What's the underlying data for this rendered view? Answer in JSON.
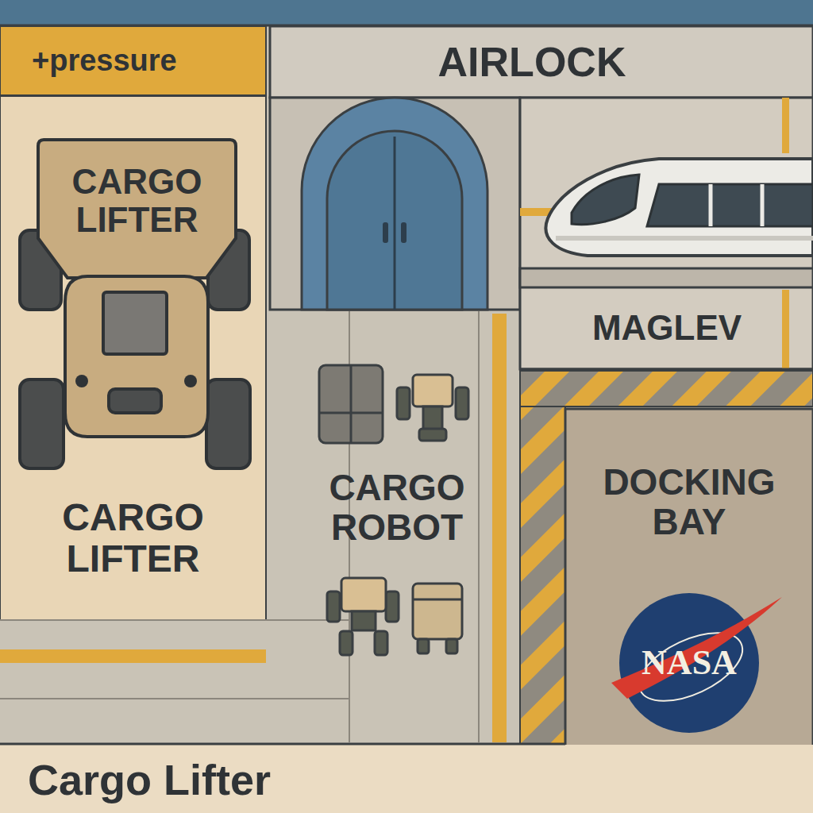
{
  "diagram": {
    "nodes": [
      {
        "text": [
          "+pressure"
        ]
      },
      {
        "text": [
          "CARGO LIFTER"
        ]
      },
      {
        "text": [
          "CARGO LIFTER"
        ],
        "in": 1
      },
      {
        "text": [
          "AIRLOCK"
        ]
      },
      {
        "text": [
          "MAGLEV"
        ]
      },
      {
        "text": [
          "CARGO ROBOT"
        ]
      },
      {
        "text": [
          "DOCKING BAY"
        ]
      },
      {
        "text": [
          "NASA"
        ],
        "in": 6
      },
      {
        "text": [
          "Cargo Lifter"
        ]
      }
    ]
  }
}
